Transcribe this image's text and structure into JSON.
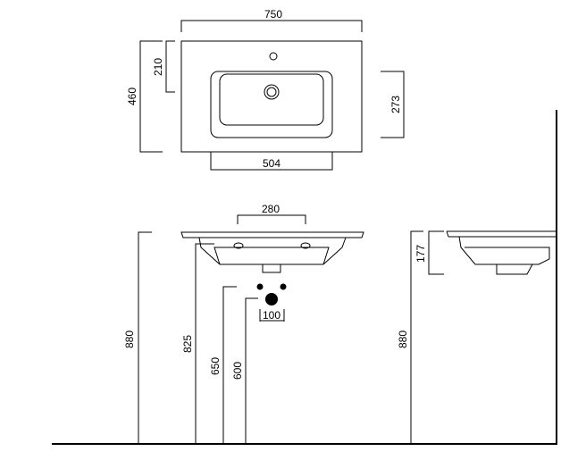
{
  "top_view": {
    "width": "750",
    "depth": "460",
    "tap_offset": "210",
    "bowl_depth": "273",
    "bowl_width": "504"
  },
  "front_view": {
    "tap_spacing": "280",
    "height_total": "880",
    "height_bowl_bottom": "825",
    "height_supply": "650",
    "height_drain": "600",
    "supply_spacing": "100"
  },
  "side_view": {
    "basin_height": "177",
    "height_total": "880"
  }
}
